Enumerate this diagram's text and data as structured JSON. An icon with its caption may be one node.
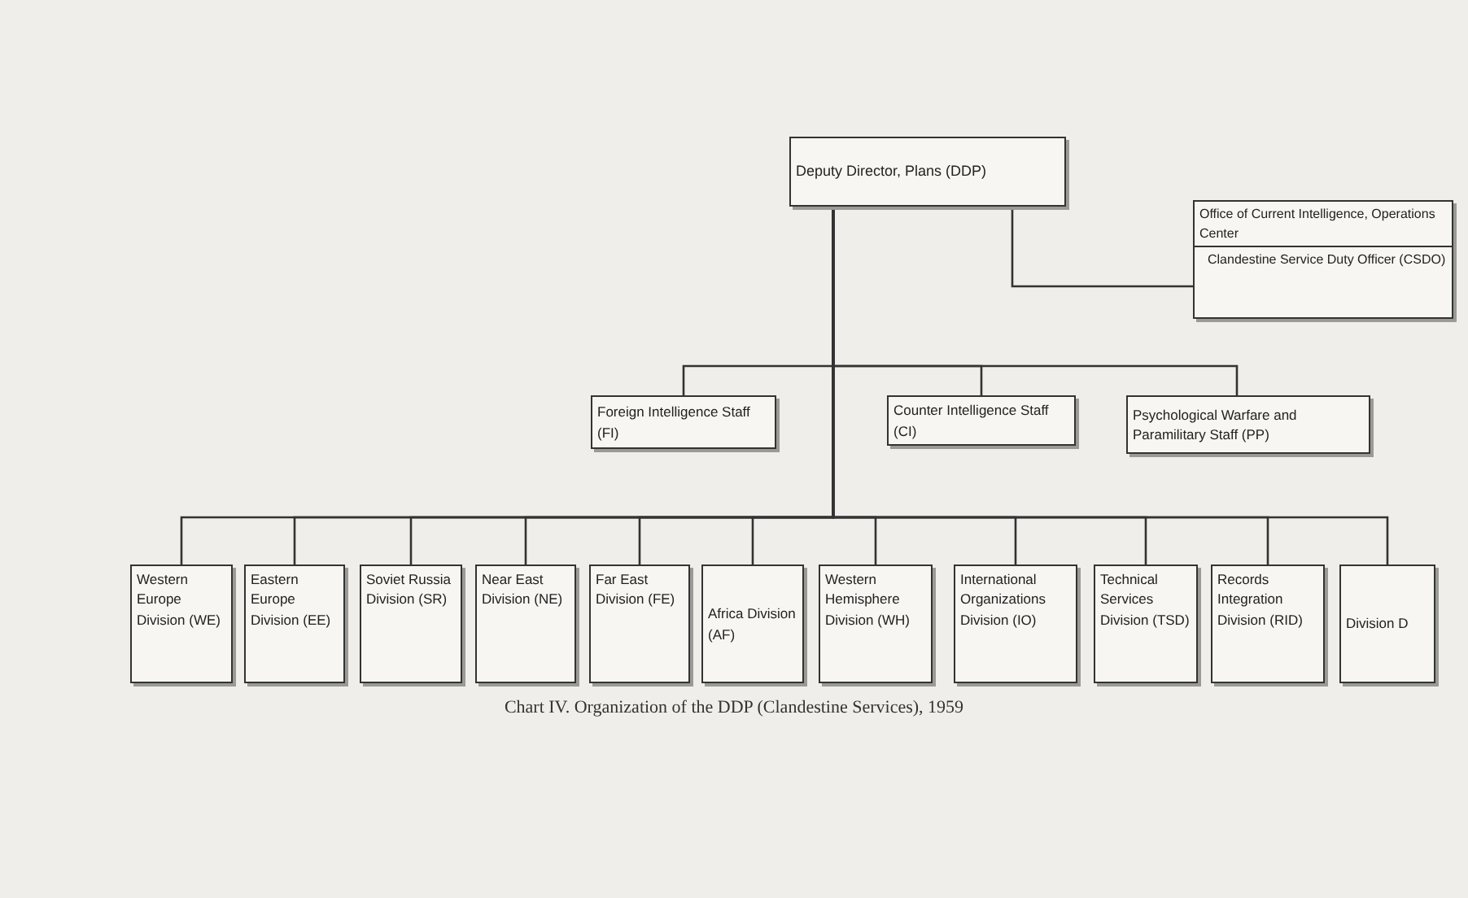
{
  "diagram": {
    "caption": "Chart IV. Organization of the DDP (Clandestine Services), 1959",
    "nodes": [
      {
        "text": [
          "Deputy Director, Plans (DDP)"
        ]
      },
      {
        "text": [
          "Office of Current Intelligence, Operations Center",
          "Clandestine Service Duty Officer (CSDO)"
        ]
      },
      {
        "text": [
          "Foreign Intelligence Staff (FI)"
        ]
      },
      {
        "text": [
          "Counter Intelligence Staff (CI)"
        ]
      },
      {
        "text": [
          "Psychological Warfare and Paramilitary Staff (PP)"
        ]
      },
      {
        "text": [
          "Western Europe Division (WE)"
        ]
      },
      {
        "text": [
          "Eastern Europe Division (EE)"
        ]
      },
      {
        "text": [
          "Soviet Russia Division (SR)"
        ]
      },
      {
        "text": [
          "Near East Division (NE)"
        ]
      },
      {
        "text": [
          "Far East Division (FE)"
        ]
      },
      {
        "text": [
          "Africa Division (AF)"
        ]
      },
      {
        "text": [
          "Western Hemisphere Division (WH)"
        ]
      },
      {
        "text": [
          "International Organizations Division (IO)"
        ]
      },
      {
        "text": [
          "Technical Services Division (TSD)"
        ]
      },
      {
        "text": [
          "Records Integration Division (RID)"
        ]
      },
      {
        "text": [
          "Division D"
        ]
      }
    ],
    "edges": [
      {
        "from": 0,
        "to": 1,
        "arrow": "none"
      },
      {
        "from": 0,
        "to": 2,
        "arrow": "none"
      },
      {
        "from": 0,
        "to": 3,
        "arrow": "none"
      },
      {
        "from": 0,
        "to": 4,
        "arrow": "none"
      },
      {
        "from": 0,
        "to": 5,
        "arrow": "none"
      },
      {
        "from": 0,
        "to": 6,
        "arrow": "none"
      },
      {
        "from": 0,
        "to": 7,
        "arrow": "none"
      },
      {
        "from": 0,
        "to": 8,
        "arrow": "none"
      },
      {
        "from": 0,
        "to": 9,
        "arrow": "none"
      },
      {
        "from": 0,
        "to": 10,
        "arrow": "none"
      },
      {
        "from": 0,
        "to": 11,
        "arrow": "none"
      },
      {
        "from": 0,
        "to": 12,
        "arrow": "none"
      },
      {
        "from": 0,
        "to": 13,
        "arrow": "none"
      },
      {
        "from": 0,
        "to": 14,
        "arrow": "none"
      },
      {
        "from": 0,
        "to": 15,
        "arrow": "none"
      }
    ]
  }
}
